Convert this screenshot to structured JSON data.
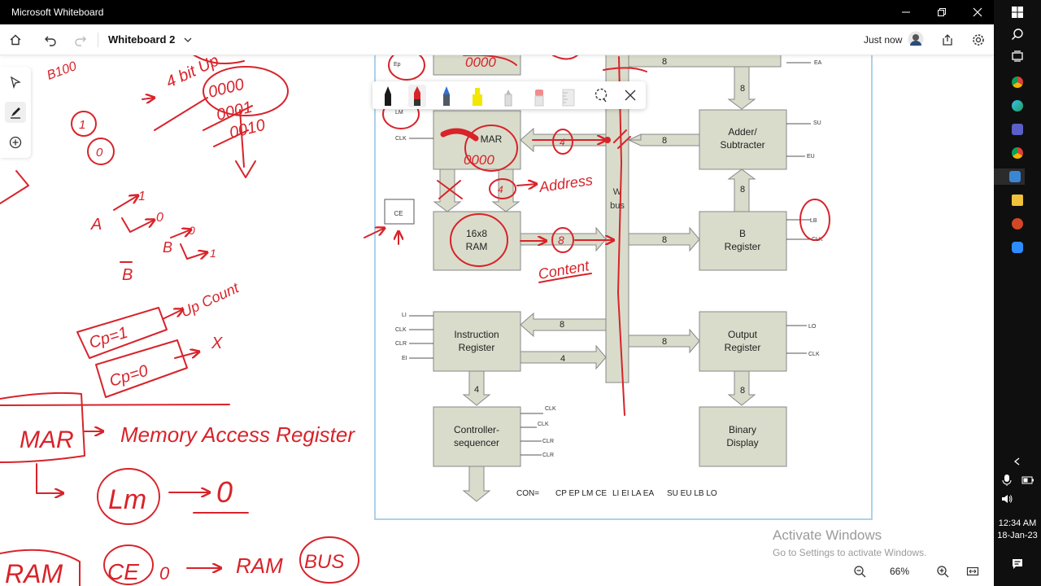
{
  "window": {
    "title": "Microsoft Whiteboard",
    "icons": [
      "minimize-icon",
      "restore-icon",
      "close-icon"
    ]
  },
  "appbar": {
    "board_name": "Whiteboard 2",
    "save_status": "Just now",
    "icons": [
      "home-icon",
      "undo-icon",
      "redo-icon",
      "chevron-down-icon",
      "avatar",
      "share-icon",
      "gear-icon"
    ]
  },
  "toolbar": {
    "tools": [
      "select-icon",
      "pen-icon",
      "add-icon"
    ],
    "pen_tray": {
      "pens": [
        {
          "name": "black",
          "color": "#1a1a1a"
        },
        {
          "name": "red",
          "color": "#d8232a"
        },
        {
          "name": "blue",
          "color": "#2f6fd6"
        },
        {
          "name": "yellow-highlighter",
          "color": "#f3e600"
        },
        {
          "name": "white",
          "color": "#dddddd"
        },
        {
          "name": "eraser",
          "color": "#ef8d8d"
        },
        {
          "name": "ruler",
          "color": "#cfcfcf"
        }
      ],
      "icons": [
        "lasso-icon",
        "close-icon"
      ]
    }
  },
  "diagram": {
    "blocks": {
      "mar": "MAR",
      "ram_line1": "16x8",
      "ram_line2": "RAM",
      "adder_line1": "Adder/",
      "adder_line2": "Subtracter",
      "b_line1": "B",
      "b_line2": "Register",
      "ir_line1": "Instruction",
      "ir_line2": "Register",
      "out_line1": "Output",
      "out_line2": "Register",
      "ctrl_line1": "Controller-",
      "ctrl_line2": "sequencer",
      "bin_line1": "Binary",
      "bin_line2": "Display",
      "wbus_line1": "W",
      "wbus_line2": "bus"
    },
    "widths": {
      "top": "8",
      "adder_in": "8",
      "adder_down": "8",
      "b_up": "8",
      "b_in": "8",
      "ir_in": "8",
      "ir_out": "4",
      "out_in": "8",
      "out_down": "8",
      "ir_ctrl": "4"
    },
    "signals": {
      "ep": "Ep",
      "ea": "EA",
      "lm": "LM",
      "clk": "CLK",
      "su": "SU",
      "eu": "EU",
      "ce": "CE",
      "lb": "LB",
      "lo": "LO",
      "li": "LI",
      "clr": "CLR",
      "ei": "EI",
      "ctrl": [
        "CLK",
        "CLK",
        "CLR",
        "CLR"
      ]
    },
    "con": {
      "label": "CON=",
      "group1": "CP EP LM CE",
      "group2": "LI EI LA EA",
      "group3": "SU EU LB LO"
    }
  },
  "ink": {
    "left": {
      "bits": [
        "0000",
        "0001",
        "0010"
      ],
      "top_partial": "4 bit Up",
      "b100": "B100",
      "one": "1",
      "zero": "0",
      "a_label": "A",
      "a_one": "1",
      "a_zero": "0",
      "b_label": "B",
      "b_sub": "B",
      "b_zero": "0",
      "b_one": "1",
      "up_count": "Up Count",
      "cp1": "Cp=1",
      "cp0": "Cp=0",
      "x_mark": "X",
      "mar": "MAR",
      "mar_def": "Memory Access Register",
      "lm": "Lm",
      "lm_zero": "0",
      "ram": "RAM",
      "ce": "CE",
      "ce_zero": "0",
      "ram_to": "RAM",
      "bus": "BUS"
    },
    "diagram": {
      "mar_value": "0000",
      "top_value": "0000",
      "four": "4",
      "address": "Address",
      "eight_bus": "4",
      "ram_out": "8",
      "content": "Content"
    }
  },
  "zoom": {
    "level": "66%",
    "icons": [
      "zoom-out-icon",
      "zoom-in-icon",
      "fit-icon"
    ]
  },
  "watermark": {
    "line1": "Activate Windows",
    "line2": "Go to Settings to activate Windows."
  },
  "taskbar": {
    "time": "12:34 AM",
    "date": "18-Jan-23",
    "icons": [
      "windows-icon",
      "search-icon",
      "task-view-icon",
      "chrome-icon",
      "edge-icon",
      "teams-icon",
      "chrome-icon",
      "whiteboard-icon",
      "folder-icon",
      "powerpoint-icon",
      "zoom-app-icon",
      "chevron-left-icon",
      "microphone-icon",
      "battery-icon",
      "speaker-icon",
      "notification-icon"
    ]
  }
}
